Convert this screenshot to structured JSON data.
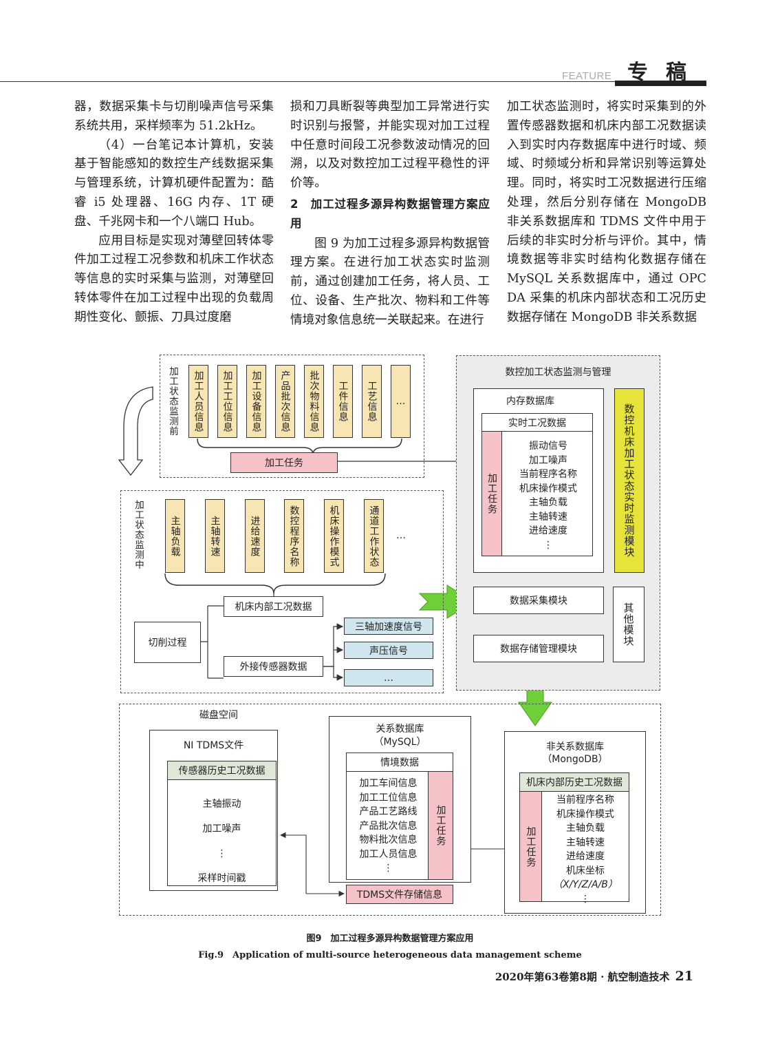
{
  "header": {
    "feature": "FEATURE",
    "title": "专稿"
  },
  "columns": {
    "col1": [
      "器，数据采集卡与切削噪声信号采集系统共用，采样频率为 51.2kHz。",
      "（4）一台笔记本计算机，安装基于智能感知的数控生产线数据采集与管理系统，计算机硬件配置为：酷睿 i5 处理器、16G 内存、1T 硬盘、千兆网卡和一个八端口 Hub。",
      "应用目标是实现对薄壁回转体零件加工过程工况参数和机床工作状态等信息的实时采集与监测，对薄壁回转体零件在加工过程中出现的负载周期性变化、颤振、刀具过度磨"
    ],
    "col2": [
      "损和刀具断裂等典型加工异常进行实时识别与报警，并能实现对加工过程中任意时间段工况参数波动情况的回溯，以及对数控加工过程平稳性的评价等。",
      "2　加工过程多源异构数据管理方案应用",
      "图 9 为加工过程多源异构数据管理方案。在进行加工状态实时监测前，通过创建加工任务，将人员、工位、设备、生产批次、物料和工件等情境对象信息统一关联起来。在进行"
    ],
    "col3": [
      "加工状态监测时，将实时采集到的外置传感器数据和机床内部工况数据读入到实时内存数据库中进行时域、频域、时频域分析和异常识别等运算处理。同时，将实时工况数据进行压缩处理，然后分别存储在 MongoDB 非关系数据库和 TDMS 文件中用于后续的非实时分析与评价。其中，情境数据等非实时结构化数据存储在 MySQL 关系数据库中，通过 OPC DA 采集的机床内部状态和工况历史数据存储在 MongoDB 非关系数据"
    ]
  },
  "figure": {
    "before": {
      "label": "加工状态监测前",
      "items": [
        "加工人员信息",
        "加工工位信息",
        "加工设备信息",
        "产品批次信息",
        "批次物料信息",
        "工件信息",
        "工艺信息",
        "…"
      ],
      "task": "加工任务"
    },
    "during": {
      "label": "加工状态监测中",
      "items": [
        "主轴负载",
        "主轴转速",
        "进给速度",
        "数控程序名称",
        "机床操作模式",
        "通道工作状态",
        "…"
      ],
      "internal": "机床内部工况数据",
      "cutting": "切削过程",
      "external": "外接传感器数据",
      "sensors": [
        "三轴加速度信号",
        "声压信号",
        "…"
      ]
    },
    "monitor": {
      "title": "数控加工状态监测与管理",
      "memdb": "内存数据库",
      "realtime": "实时工况数据",
      "task": "加工任务",
      "signals": [
        "振动信号",
        "加工噪声",
        "当前程序名称",
        "机床操作模式",
        "主轴负载",
        "主轴转速",
        "进给速度",
        "⋮"
      ],
      "rt_module": "数控机床加工状态实时监测模块",
      "acq_module": "数据采集模块",
      "storage_module": "数据存储管理模块",
      "other": "其他模块"
    },
    "disk": {
      "title": "磁盘空间",
      "tdms": {
        "title": "NI TDMS文件",
        "header": "传感器历史工况数据",
        "items": [
          "主轴振动",
          "加工噪声",
          "⋮",
          "采样时间戳"
        ]
      },
      "mysql": {
        "title": "关系数据库",
        "sub": "（MySQL）",
        "header": "情境数据",
        "items": [
          "加工车间信息",
          "加工工位信息",
          "产品工艺路线",
          "产品批次信息",
          "物料批次信息",
          "加工人员信息",
          "⋮"
        ],
        "task": "加工任务",
        "tdms_info": "TDMS文件存储信息"
      },
      "mongo": {
        "title": "非关系数据库",
        "sub": "（MongoDB）",
        "header": "机床内部历史工况数据",
        "task": "加工任务",
        "items": [
          "当前程序名称",
          "机床操作模式",
          "主轴负载",
          "主轴转速",
          "进给速度",
          "机床坐标",
          "（X/Y/Z/A/B）",
          "⋮"
        ]
      }
    }
  },
  "caption": {
    "cn": "图9　加工过程多源异构数据管理方案应用",
    "en": "Fig.9　Application of multi-source heterogeneous data management scheme"
  },
  "footer": {
    "text": "2020年第63卷第8期 · 航空制造技术",
    "page": "21"
  }
}
